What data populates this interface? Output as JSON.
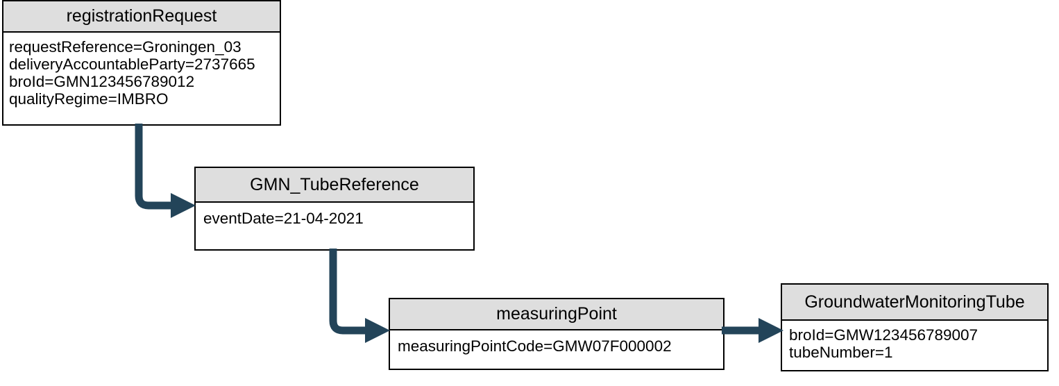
{
  "diagram": {
    "type": "uml-object-diagram",
    "title_absent": true,
    "palette": {
      "header_fill": "#DEDEDE",
      "body_fill": "#FFFFFF",
      "border": "#000000",
      "connector": "#234459",
      "text": "#000000"
    },
    "boxes": [
      {
        "id": "registrationRequest",
        "name": "registrationRequest",
        "attributes": [
          "requestReference=Groningen_03",
          "deliveryAccountableParty=2737665",
          "broId=GMN123456789012",
          "qualityRegime=IMBRO"
        ],
        "clipped_attribute_index": 1
      },
      {
        "id": "GMN_TubeReference",
        "name": "GMN_TubeReference",
        "attributes": [
          "eventDate=21-04-2021"
        ]
      },
      {
        "id": "measuringPoint",
        "name": "measuringPoint",
        "attributes": [
          "measuringPointCode=GMW07F000002"
        ]
      },
      {
        "id": "GroundwaterMonitoringTube",
        "name": "GroundwaterMonitoringTube",
        "attributes": [
          "broId=GMW123456789007",
          "tubeNumber=1"
        ]
      }
    ],
    "connectors": [
      {
        "id": "request-to-tuberef",
        "from": "registrationRequest",
        "to": "GMN_TubeReference",
        "shape": "elbow-down-right",
        "label": ""
      },
      {
        "id": "tuberef-to-measuringpoint",
        "from": "GMN_TubeReference",
        "to": "measuringPoint",
        "shape": "elbow-down-right",
        "label": ""
      },
      {
        "id": "measuringpoint-to-tube",
        "from": "measuringPoint",
        "to": "GroundwaterMonitoringTube",
        "shape": "straight-right",
        "label": ""
      }
    ]
  }
}
